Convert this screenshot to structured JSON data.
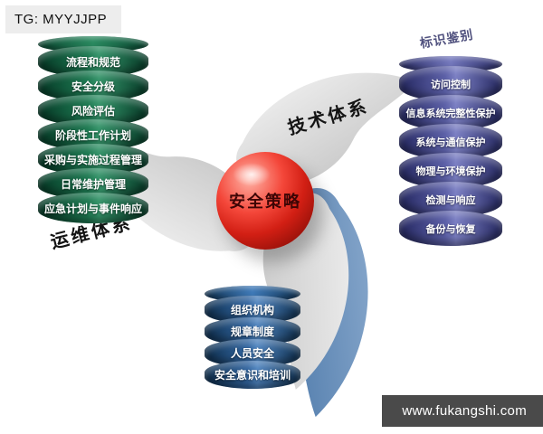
{
  "overlays": {
    "top_left": "TG: MYYJJPP",
    "bottom_right": "www.fukangshi.com"
  },
  "diagram": {
    "center_label": "安全策略",
    "arm_labels": {
      "tech": "技术体系",
      "ops": "运维体系"
    },
    "stacks": {
      "ops": {
        "items": [
          "流程和规范",
          "安全分级",
          "风险评估",
          "阶段性工作计划",
          "采购与实施过程管理",
          "日常维护管理",
          "应急计划与事件响应"
        ]
      },
      "tech": {
        "top_label": "标识鉴别",
        "items": [
          "访问控制",
          "信息系统完整性保护",
          "系统与通信保护",
          "物理与环境保护",
          "检测与响应",
          "备份与恢复"
        ]
      },
      "mgmt": {
        "items": [
          "组织机构",
          "规章制度",
          "人员安全",
          "安全意识和培训"
        ]
      }
    },
    "colors": {
      "ops_stack_green": "#1e7a52",
      "tech_stack_purple": "#5d61a8",
      "mgmt_stack_blue": "#3c74b0",
      "center_sphere_red": "#d21f14",
      "arm_gray": "#d8d8d8",
      "arm_blue": "#3c6ea8"
    }
  }
}
